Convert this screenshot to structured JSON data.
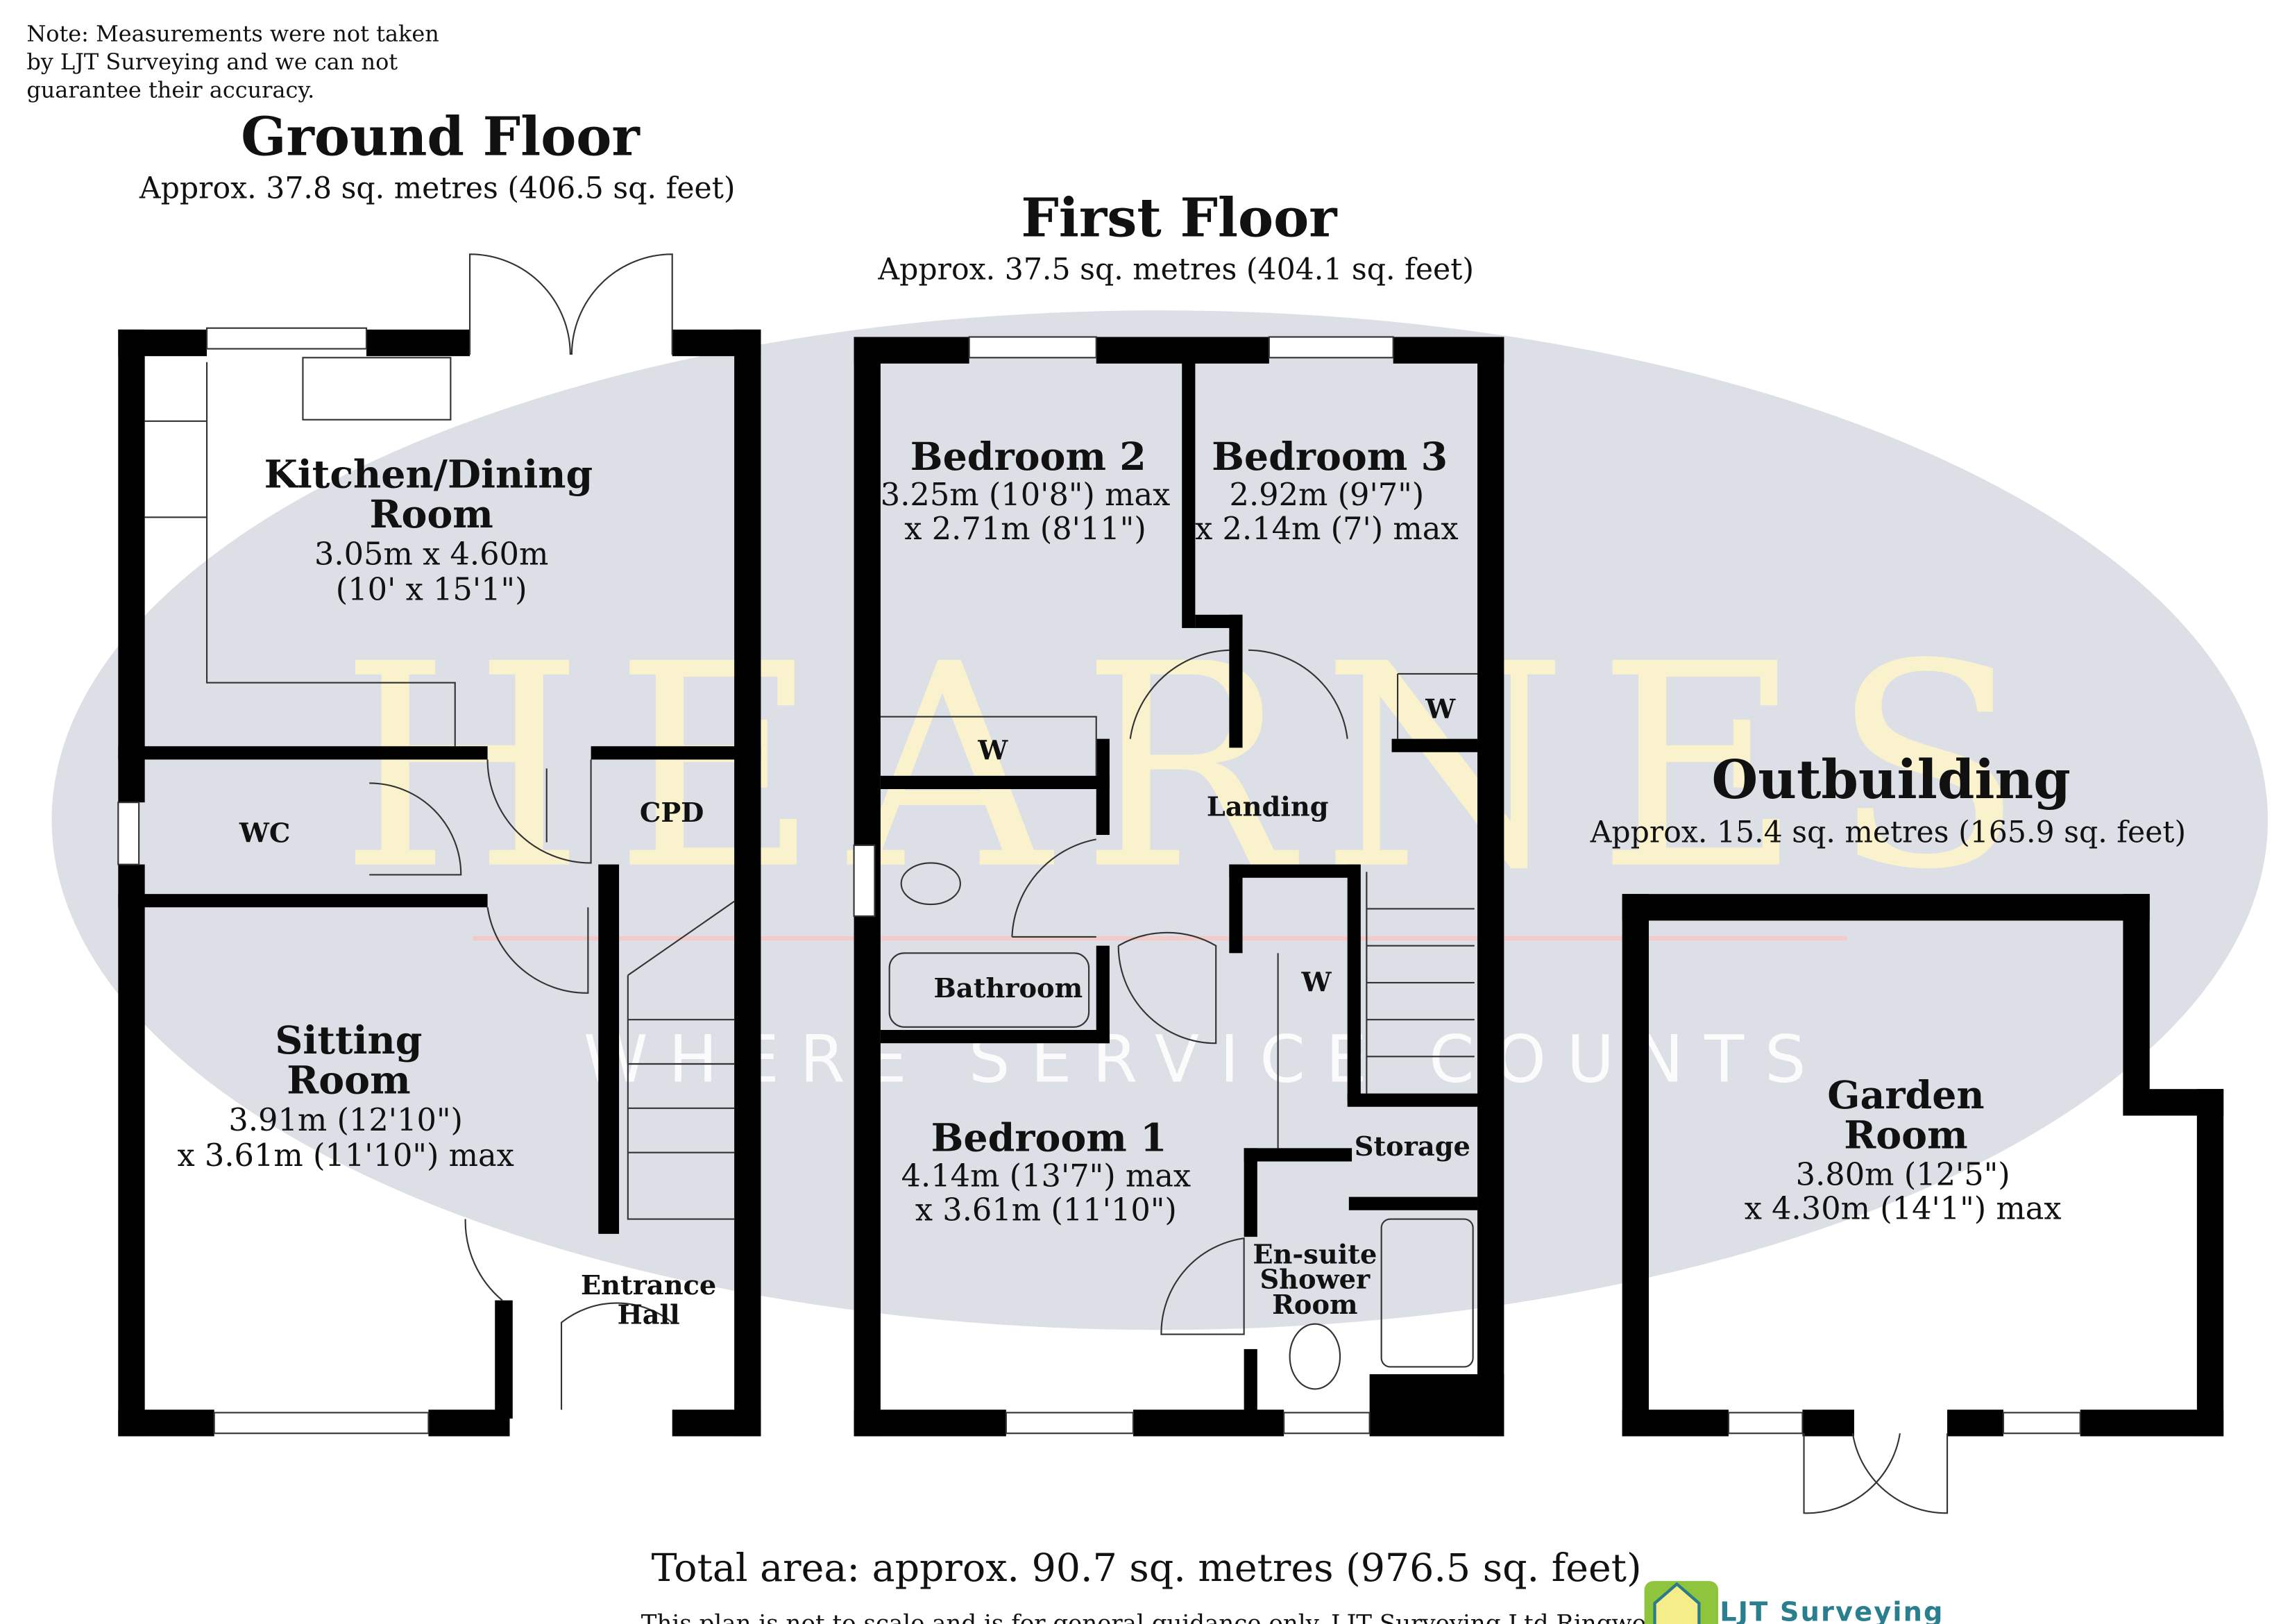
{
  "note": [
    "Note: Measurements were not taken",
    "by LJT Surveying and we can not",
    "guarantee their accuracy."
  ],
  "watermark": {
    "brand": "HEARNES",
    "tagline": "WHERE SERVICE COUNTS"
  },
  "ground_floor": {
    "title": "Ground Floor",
    "area": "Approx. 37.8 sq. metres (406.5 sq. feet)",
    "rooms": {
      "kitchen": {
        "name1": "Kitchen/Dining",
        "name2": "Room",
        "dim1": "3.05m x 4.60m",
        "dim2": "(10' x 15'1\")"
      },
      "wc": {
        "name": "WC"
      },
      "cpd": {
        "name": "CPD"
      },
      "sitting": {
        "name1": "Sitting",
        "name2": "Room",
        "dim1": "3.91m (12'10\")",
        "dim2": "x 3.61m (11'10\") max"
      },
      "hall": {
        "name1": "Entrance",
        "name2": "Hall"
      }
    }
  },
  "first_floor": {
    "title": "First Floor",
    "area": "Approx. 37.5 sq. metres (404.1 sq. feet)",
    "rooms": {
      "bed2": {
        "name": "Bedroom 2",
        "dim1": "3.25m (10'8\") max",
        "dim2": "x 2.71m (8'11\")"
      },
      "bed3": {
        "name": "Bedroom 3",
        "dim1": "2.92m (9'7\")",
        "dim2": "x 2.14m (7') max"
      },
      "landing": {
        "name": "Landing"
      },
      "bathroom": {
        "name": "Bathroom"
      },
      "bed1": {
        "name": "Bedroom 1",
        "dim1": "4.14m (13'7\") max",
        "dim2": "x 3.61m (11'10\")"
      },
      "storage": {
        "name": "Storage"
      },
      "ensuite": {
        "name1": "En-suite",
        "name2": "Shower",
        "name3": "Room"
      },
      "wardrobe_label": "W"
    }
  },
  "outbuilding": {
    "title": "Outbuilding",
    "area": "Approx. 15.4 sq. metres (165.9 sq. feet)",
    "rooms": {
      "garden": {
        "name1": "Garden",
        "name2": "Room",
        "dim1": "3.80m (12'5\")",
        "dim2": "x 4.30m (14'1\") max"
      }
    }
  },
  "footer": {
    "total": "Total area: approx. 90.7 sq. metres (976.5 sq. feet)",
    "disclaimer": "This plan is not to scale and is for general guidance only. LJT Surveying Ltd Ringwood",
    "logo_text": "LJT Surveying"
  }
}
